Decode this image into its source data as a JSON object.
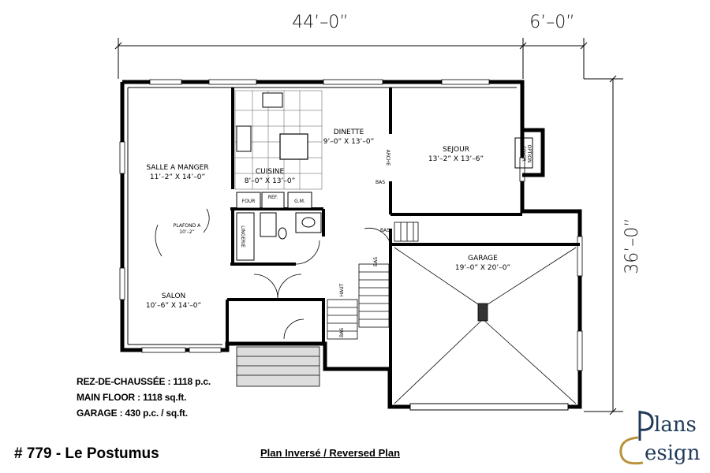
{
  "dimensions": {
    "width_main": "44’–0”",
    "width_extra": "6’–0”",
    "depth": "36’–0”"
  },
  "rooms": {
    "salle_a_manger": {
      "name": "SALLE A MANGER",
      "size": "11’–2” X 14’–0”"
    },
    "plafond": {
      "line1": "PLAFOND A",
      "line2": "10’–2”"
    },
    "salon": {
      "name": "SALON",
      "size": "10’–6” X 14’–0”"
    },
    "cuisine": {
      "name": "CUISINE",
      "size": "8’–0” X 13’–0”"
    },
    "dinette": {
      "name": "DINETTE",
      "size": "9’–0” X 13’–0”"
    },
    "sejour": {
      "name": "SEJOUR",
      "size": "13’–2” X 13’–6”"
    },
    "garage": {
      "name": "GARAGE",
      "size": "19’–0” X 20’–0”"
    }
  },
  "labels": {
    "four": "FOUR",
    "ref": "REF.",
    "gm": "G.M.",
    "lingerie": "LINGERIE",
    "arche": "ARCHE",
    "foyer": "FOYER",
    "option": "OPTION",
    "bas": "BAS",
    "haut": "HAUT"
  },
  "info": {
    "line1": "REZ-DE-CHAUSSÉE : 1118 p.c.",
    "line2": "MAIN FLOOR : 1118 sq.ft.",
    "line3": "GARAGE : 430 p.c. / sq.ft."
  },
  "title": "# 779 - Le Postumus",
  "plan_note": "Plan Inversé / Reversed Plan",
  "logo": {
    "word1": "lans",
    "word2": "esign"
  }
}
